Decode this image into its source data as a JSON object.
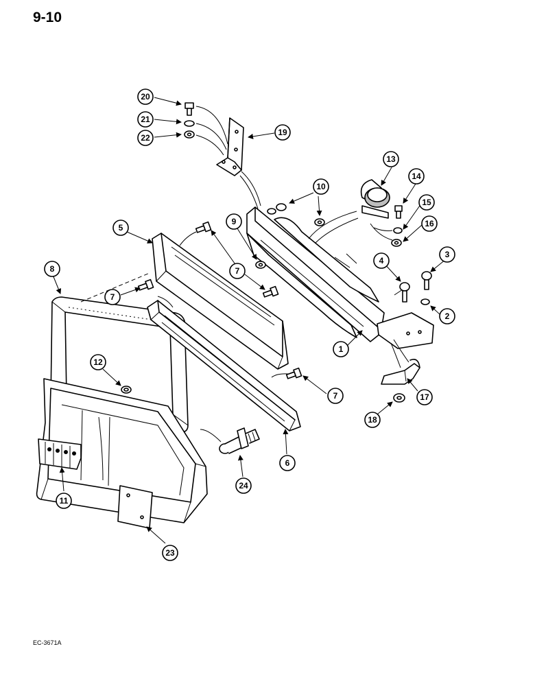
{
  "page_number": "9-10",
  "figure_code": "EC-3671A",
  "callouts": [
    "1",
    "2",
    "3",
    "4",
    "5",
    "6",
    "7",
    "8",
    "9",
    "10",
    "11",
    "12",
    "13",
    "14",
    "15",
    "16",
    "17",
    "18",
    "19",
    "20",
    "21",
    "22",
    "23",
    "24"
  ]
}
